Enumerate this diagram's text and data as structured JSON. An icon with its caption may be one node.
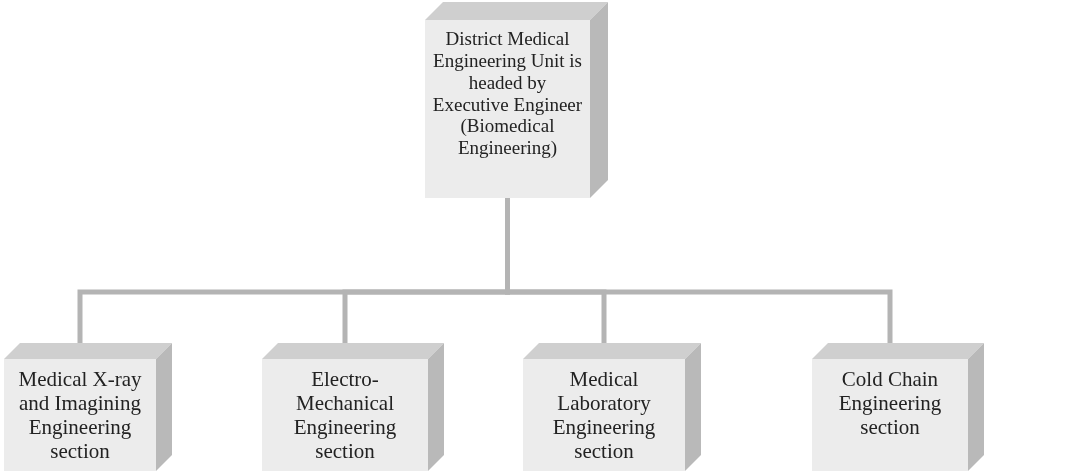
{
  "diagram": {
    "nodes": [
      {
        "text": [
          "District Medical Engineering Unit is headed by Executive Engineer (Biomedical Engineering)"
        ]
      },
      {
        "text": [
          "Medical X-ray and Imagining Engineering section"
        ]
      },
      {
        "text": [
          "Electro-Mechanical Engineering section"
        ]
      },
      {
        "text": [
          "Medical Laboratory Engineering section"
        ]
      },
      {
        "text": [
          "Cold Chain Engineering section"
        ]
      }
    ],
    "edges": [
      {
        "from": 0,
        "to": 1,
        "arrow": "none"
      },
      {
        "from": 0,
        "to": 2,
        "arrow": "none"
      },
      {
        "from": 0,
        "to": 3,
        "arrow": "none"
      },
      {
        "from": 0,
        "to": 4,
        "arrow": "none"
      }
    ]
  }
}
